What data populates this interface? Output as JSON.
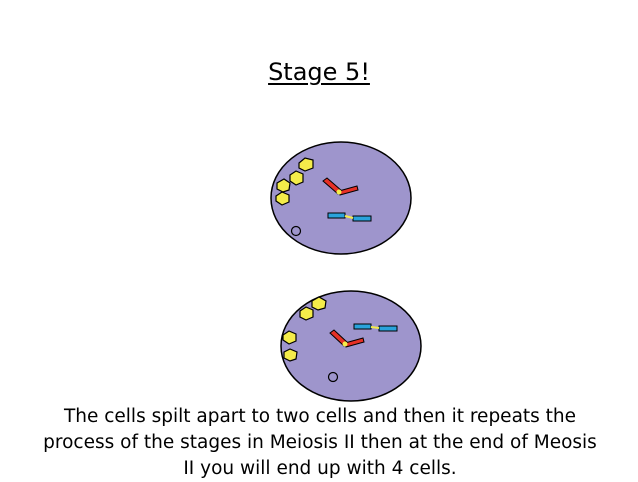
{
  "slide": {
    "title": "Stage 5!",
    "caption": "The cells spilt apart to two cells and then it repeats the process of the stages in Meiosis II then at the end of Meosis II you will end up with 4 cells."
  },
  "colors": {
    "cell_fill": "#9e95cc",
    "yellow_body": "#f4ec4a",
    "red_chromatid": "#e63026",
    "blue_chromatid": "#2aa3dc",
    "centromere": "#f4ec4a",
    "outline": "#000000"
  },
  "cells": [
    {
      "name": "top-cell"
    },
    {
      "name": "bottom-cell"
    }
  ]
}
